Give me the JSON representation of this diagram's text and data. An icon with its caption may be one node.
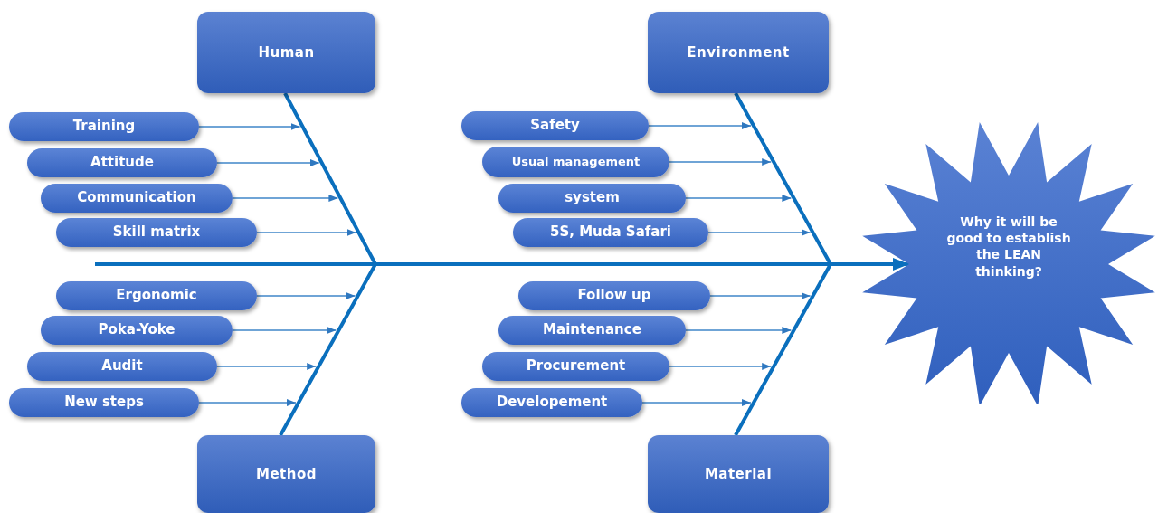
{
  "diagram": {
    "nodes": [
      {
        "text": [
          "Human"
        ]
      },
      {
        "text": [
          "Environment"
        ]
      },
      {
        "text": [
          "Training"
        ]
      },
      {
        "text": [
          "Attitude"
        ]
      },
      {
        "text": [
          "Communication"
        ]
      },
      {
        "text": [
          "Skill matrix"
        ]
      },
      {
        "text": [
          "Safety"
        ]
      },
      {
        "text": [
          "Usual management"
        ]
      },
      {
        "text": [
          "system"
        ]
      },
      {
        "text": [
          "5S, Muda Safari"
        ]
      },
      {
        "text": [
          "Ergonomic"
        ]
      },
      {
        "text": [
          "Poka-Yoke"
        ]
      },
      {
        "text": [
          "Audit"
        ]
      },
      {
        "text": [
          "New steps"
        ]
      },
      {
        "text": [
          "Follow up"
        ]
      },
      {
        "text": [
          "Maintenance"
        ]
      },
      {
        "text": [
          "Procurement"
        ]
      },
      {
        "text": [
          "Developement"
        ]
      },
      {
        "text": [
          "Method"
        ]
      },
      {
        "text": [
          "Material"
        ]
      },
      {
        "text": [
          "Why it will be good to establish the LEAN thinking?"
        ]
      }
    ],
    "edges": [
      {
        "from": 2,
        "to": null,
        "arrow": "to"
      },
      {
        "from": 3,
        "to": null,
        "arrow": "to"
      },
      {
        "from": 4,
        "to": null,
        "arrow": "to"
      },
      {
        "from": 5,
        "to": null,
        "arrow": "to"
      },
      {
        "from": 6,
        "to": null,
        "arrow": "to"
      },
      {
        "from": 7,
        "to": null,
        "arrow": "to"
      },
      {
        "from": 8,
        "to": null,
        "arrow": "to"
      },
      {
        "from": 9,
        "to": null,
        "arrow": "to"
      },
      {
        "from": 10,
        "to": null,
        "arrow": "to"
      },
      {
        "from": 11,
        "to": null,
        "arrow": "to"
      },
      {
        "from": 12,
        "to": null,
        "arrow": "to"
      },
      {
        "from": 13,
        "to": null,
        "arrow": "to"
      },
      {
        "from": 14,
        "to": null,
        "arrow": "to"
      },
      {
        "from": 15,
        "to": null,
        "arrow": "to"
      },
      {
        "from": 16,
        "to": null,
        "arrow": "to"
      },
      {
        "from": 17,
        "to": null,
        "arrow": "to"
      },
      {
        "from": 0,
        "to": 18,
        "arrow": "none",
        "style": "thick"
      },
      {
        "from": 1,
        "to": 19,
        "arrow": "none",
        "style": "thick"
      },
      {
        "from": null,
        "to": 20,
        "arrow": "to",
        "style": "thick"
      }
    ]
  }
}
